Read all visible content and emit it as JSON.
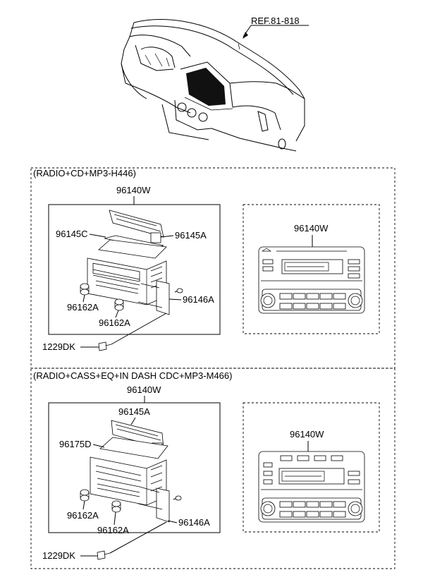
{
  "reference": "REF.81-818",
  "sections": [
    {
      "header": "(RADIO+CD+MP3-H446)",
      "assembly_part": "96140W",
      "parts": [
        "96145C",
        "96145A",
        "96162A",
        "96162A",
        "96146A",
        "1229DK"
      ],
      "front_view_part": "96140W"
    },
    {
      "header": "(RADIO+CASS+EQ+IN DASH CDC+MP3-M466)",
      "assembly_part": "96140W",
      "parts": [
        "96145A",
        "96175D",
        "96162A",
        "96162A",
        "96146A",
        "1229DK"
      ],
      "front_view_part": "96140W"
    }
  ]
}
